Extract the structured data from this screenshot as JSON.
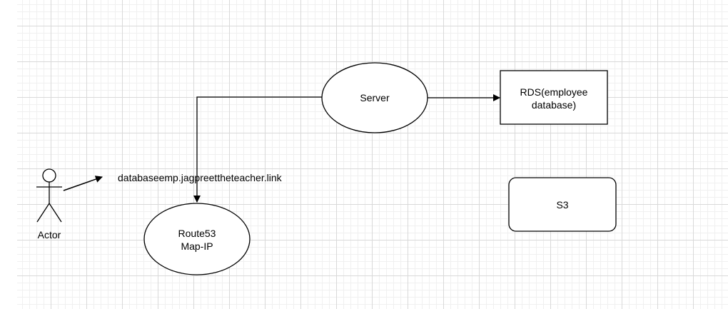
{
  "diagram": {
    "nodes": {
      "actor": {
        "label": "Actor"
      },
      "route53": {
        "label_line1": "Route53",
        "label_line2": "Map-IP"
      },
      "server": {
        "label": "Server"
      },
      "rds": {
        "label_line1": "RDS(employee",
        "label_line2": "database)"
      },
      "s3": {
        "label": "S3"
      }
    },
    "edge_labels": {
      "domain": "databaseemp.jagpreettheteacher.link"
    },
    "edges": [
      {
        "from": "actor",
        "to": "domain-label"
      },
      {
        "from": "server",
        "to": "route53"
      },
      {
        "from": "server",
        "to": "rds"
      }
    ]
  },
  "colors": {
    "stroke": "#000000",
    "grid_major": "#d9d9d9",
    "grid_minor": "#f0f0f0",
    "background": "#ffffff"
  }
}
